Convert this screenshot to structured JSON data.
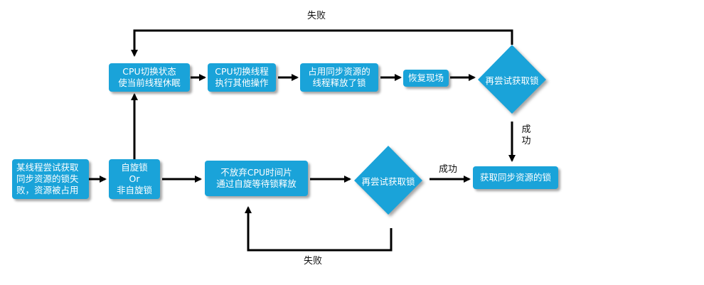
{
  "nodes": {
    "start": "某线程尝试获取\n同步资源的锁失\n败，资源被占用",
    "spin_decision": "自旋锁\nOr\n非自旋锁",
    "cpu_switch_state": "CPU切换状态\n使当前线程休眠",
    "cpu_switch_thread": "CPU切换线程\n执行其他操作",
    "holder_release": "占用同步资源的\n线程释放了锁",
    "restore_context": "恢复现场",
    "retry_top": "再尝试获取锁",
    "spin_wait": "不放弃CPU时间片\n通过自旋等待锁释放",
    "retry_bottom": "再尝试获取锁",
    "acquire": "获取同步资源的锁"
  },
  "labels": {
    "fail_top": "失败",
    "fail_bottom": "失败",
    "success_vertical": "成\n功",
    "success_horizontal": "成功"
  },
  "colors": {
    "node_fill": "#1aa3d9",
    "node_text": "#ffffff",
    "arrow": "#000000"
  }
}
